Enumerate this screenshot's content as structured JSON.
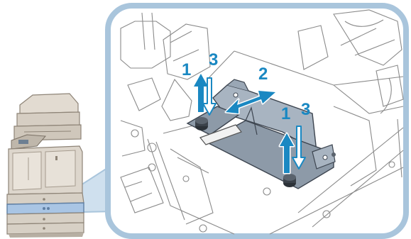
{
  "colors": {
    "accent": "#1a88c2",
    "callout_border": "#a9c5dc",
    "guide_fill": "#9aa7b5",
    "line_art": "#8a8a8a",
    "printer_body": "#ddd6cc",
    "highlighted_drawer": "#a9c5e4"
  },
  "step_labels": {
    "left_up": "1",
    "left_down": "3",
    "center": "2",
    "right_up": "1",
    "right_down": "3"
  },
  "arrows": {
    "left_up": "arrow-up-icon",
    "left_down": "arrow-down-icon",
    "center": "arrow-left-right-icon",
    "right_up": "arrow-up-icon",
    "right_down": "arrow-down-icon"
  }
}
